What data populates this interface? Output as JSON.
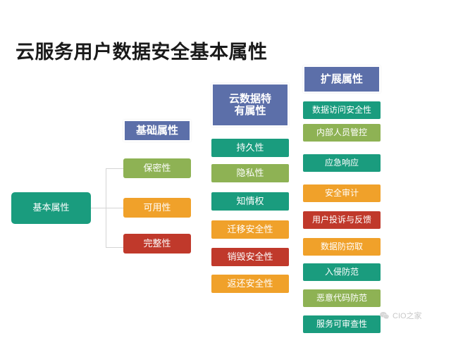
{
  "slide": {
    "title": "云服务用户数据安全基本属性",
    "background_color": "#ffffff"
  },
  "palette": {
    "header_blue": "#5c6fa9",
    "teal": "#1a9c7e",
    "green": "#8eb254",
    "orange": "#f0a12a",
    "dark_red": "#c0392b",
    "connector_gray": "#d4d4d4",
    "title_color": "#1a1a1a"
  },
  "columns": {
    "basic": {
      "header": "基础属性",
      "root": "基本属性",
      "items": [
        {
          "label": "保密性",
          "color": "#8eb254"
        },
        {
          "label": "可用性",
          "color": "#f0a12a"
        },
        {
          "label": "完整性",
          "color": "#c0392b"
        }
      ]
    },
    "cloud_specific": {
      "header_line1": "云数据特",
      "header_line2": "有属性",
      "items": [
        {
          "label": "持久性",
          "color": "#1a9c7e"
        },
        {
          "label": "隐私性",
          "color": "#8eb254"
        },
        {
          "label": "知情权",
          "color": "#1a9c7e"
        },
        {
          "label": "迁移安全性",
          "color": "#f0a12a"
        },
        {
          "label": "销毁安全性",
          "color": "#c0392b"
        },
        {
          "label": "返还安全性",
          "color": "#f0a12a"
        }
      ]
    },
    "extended": {
      "header": "扩展属性",
      "items": [
        {
          "label": "数据访问安全性",
          "color": "#1a9c7e"
        },
        {
          "label": "内部人员管控",
          "color": "#8eb254"
        },
        {
          "label": "应急响应",
          "color": "#1a9c7e"
        },
        {
          "label": "安全审计",
          "color": "#f0a12a"
        },
        {
          "label": "用户投诉与反馈",
          "color": "#c0392b"
        },
        {
          "label": "数据防窃取",
          "color": "#f0a12a"
        },
        {
          "label": "入侵防范",
          "color": "#1a9c7e"
        },
        {
          "label": "恶意代码防范",
          "color": "#8eb254"
        },
        {
          "label": "服务可审查性",
          "color": "#1a9c7e"
        }
      ]
    }
  },
  "watermark": {
    "text": "CIO之家",
    "icon": "wechat-icon"
  }
}
